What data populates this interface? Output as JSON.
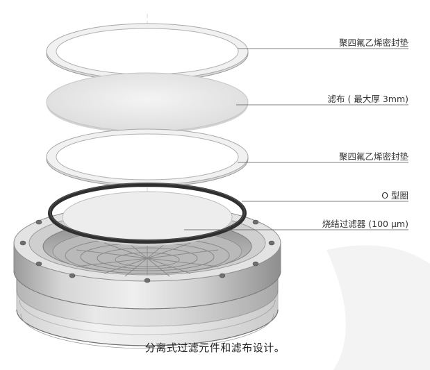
{
  "callouts": {
    "ptfe_gasket_top": "聚四氟乙烯密封垫",
    "filter_cloth": "滤布 ( 最大厚 3mm)",
    "ptfe_gasket_bottom": "聚四氟乙烯密封垫",
    "o_ring": "O 型圈",
    "sintered_filter": "烧结过滤器 (100 µm)"
  },
  "caption": "分离式过滤元件和滤布设计。"
}
